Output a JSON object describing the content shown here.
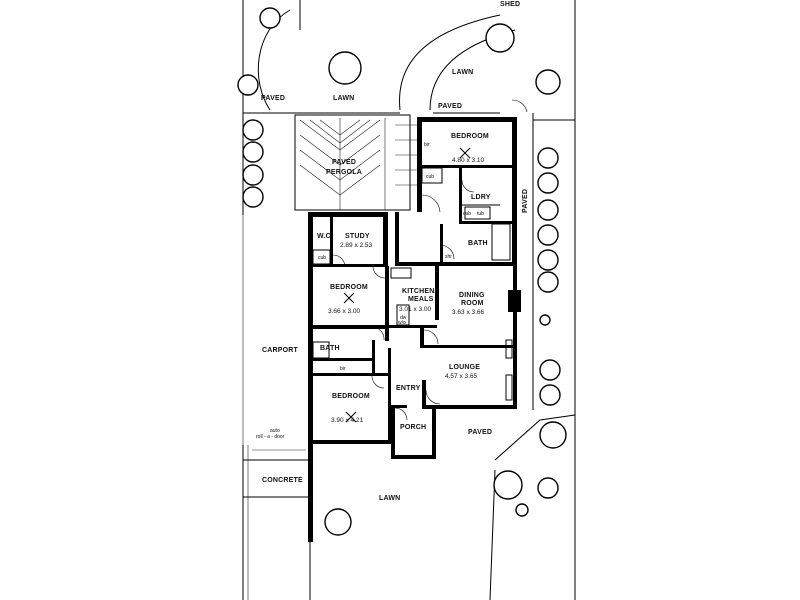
{
  "outside": {
    "shed": "SHED",
    "lawn_top_right": "LAWN",
    "paved_top_left": "PAVED",
    "lawn_top_left": "LAWN",
    "paved_top_center": "PAVED",
    "paved_pergola_line1": "PAVED",
    "paved_pergola_line2": "PERGOLA",
    "paved_right": "PAVED",
    "carport": "CARPORT",
    "auto_door_line1": "auto",
    "auto_door_line2": "roll - a - door",
    "concrete": "CONCRETE",
    "lawn_bottom": "LAWN",
    "paved_bottom": "PAVED"
  },
  "rooms": {
    "bedroom_top": {
      "name": "BEDROOM",
      "size": "4.80 x 3.10"
    },
    "ldry": {
      "name": "LDRY"
    },
    "bath_top": {
      "name": "BATH"
    },
    "wc": {
      "name": "W.C."
    },
    "study": {
      "name": "STUDY",
      "size": "2.89 x 2.53"
    },
    "bedroom_mid": {
      "name": "BEDROOM",
      "size": "3.66 x 3.00"
    },
    "kitchen": {
      "name1": "KITCHEN/",
      "name2": "MEALS",
      "size": "3.01 x 3.00"
    },
    "dining": {
      "name1": "DINING",
      "name2": "ROOM",
      "size": "3.63 x 3.66"
    },
    "bath_left": {
      "name": "BATH"
    },
    "lounge": {
      "name": "LOUNGE",
      "size": "4.57 x 3.65"
    },
    "bedroom_bottom": {
      "name": "BEDROOM",
      "size": "3.90 x 4.21"
    },
    "entry": {
      "name": "ENTRY"
    },
    "porch": {
      "name": "PORCH"
    }
  },
  "fixtures": {
    "bir": "bir",
    "cub": "cub",
    "shr": "shr",
    "dw": "dw",
    "wo": "w/o",
    "hp": "hp",
    "tub": "tub"
  }
}
